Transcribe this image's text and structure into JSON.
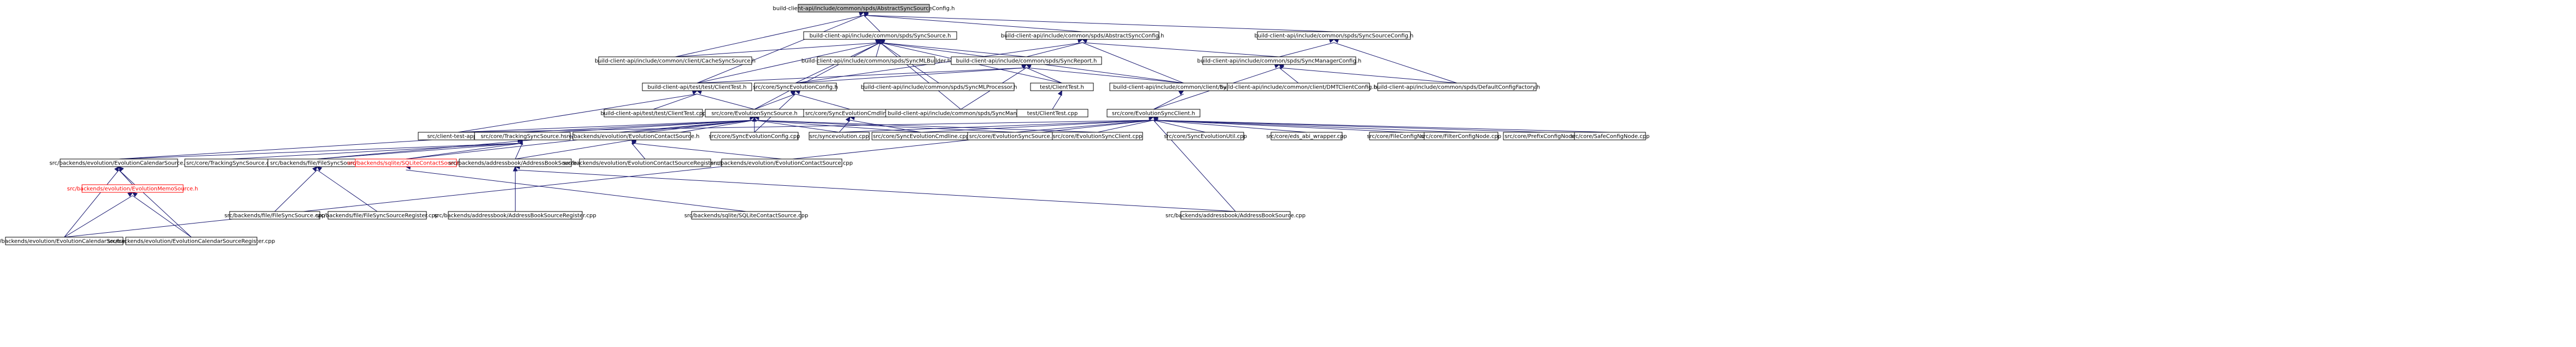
{
  "nodes": [
    {
      "id": "n0",
      "label": "build-client-api/include/common/spds/AbstractSyncSourceConfig.h",
      "root": true
    },
    {
      "id": "n1",
      "label": "build-client-api/include/common/spds/SyncSource.h"
    },
    {
      "id": "n2",
      "label": "build-client-api/include/common/spds/AbstractSyncConfig.h"
    },
    {
      "id": "n3",
      "label": "build-client-api/include/common/spds/SyncSourceConfig.h"
    },
    {
      "id": "n4",
      "label": "build-client-api/include/common/client/CacheSyncSource.h"
    },
    {
      "id": "n5",
      "label": "build-client-api/include/common/spds/SyncMLBuilder.h"
    },
    {
      "id": "n6",
      "label": "build-client-api/include/common/spds/SyncReport.h"
    },
    {
      "id": "n7",
      "label": "build-client-api/include/common/spds/SyncManagerConfig.h"
    },
    {
      "id": "n8",
      "label": "build-client-api/test/test/ClientTest.h"
    },
    {
      "id": "n9",
      "label": "src/core/SyncEvolutionConfig.h"
    },
    {
      "id": "n10",
      "label": "build-client-api/include/common/spds/SyncMLProcessor.h"
    },
    {
      "id": "n11",
      "label": "test/ClientTest.h"
    },
    {
      "id": "n12",
      "label": "build-client-api/include/common/client/SyncClient.h"
    },
    {
      "id": "n13",
      "label": "build-client-api/include/common/client/DMTClientConfig.h"
    },
    {
      "id": "n14",
      "label": "build-client-api/include/common/spds/DefaultConfigFactory.h"
    },
    {
      "id": "n15",
      "label": "build-client-api/test/test/ClientTest.cpp"
    },
    {
      "id": "n16",
      "label": "src/core/EvolutionSyncSource.h"
    },
    {
      "id": "n17",
      "label": "src/core/SyncEvolutionCmdline.h"
    },
    {
      "id": "n18",
      "label": "build-client-api/include/common/spds/SyncManager.h"
    },
    {
      "id": "n19",
      "label": "test/ClientTest.cpp"
    },
    {
      "id": "n20",
      "label": "src/core/EvolutionSyncClient.h"
    },
    {
      "id": "n21",
      "label": "src/client-test-app.cpp"
    },
    {
      "id": "n22",
      "label": "src/core/TrackingSyncSource.h"
    },
    {
      "id": "n23",
      "label": "src/backends/evolution/EvolutionContactSource.h"
    },
    {
      "id": "n24",
      "label": "src/core/SyncEvolutionConfig.cpp"
    },
    {
      "id": "n25",
      "label": "src/syncevolution.cpp"
    },
    {
      "id": "n26",
      "label": "src/core/SyncEvolutionCmdline.cpp"
    },
    {
      "id": "n27",
      "label": "src/core/EvolutionSyncSource.cpp"
    },
    {
      "id": "n28",
      "label": "src/core/EvolutionSyncClient.cpp"
    },
    {
      "id": "n29",
      "label": "src/core/SyncEvolutionUtil.cpp"
    },
    {
      "id": "n30",
      "label": "src/core/eds_abi_wrapper.cpp"
    },
    {
      "id": "n31",
      "label": "src/core/FileConfigNode.cpp"
    },
    {
      "id": "n32",
      "label": "src/core/FilterConfigNode.cpp"
    },
    {
      "id": "n33",
      "label": "src/core/PrefixConfigNode.cpp"
    },
    {
      "id": "n34",
      "label": "src/core/SafeConfigNode.cpp"
    },
    {
      "id": "n35",
      "label": "src/backends/evolution/EvolutionCalendarSource.h"
    },
    {
      "id": "n36",
      "label": "src/core/TrackingSyncSource.cpp"
    },
    {
      "id": "n37",
      "label": "src/backends/file/FileSyncSource.h"
    },
    {
      "id": "n38",
      "label": "src/backends/sqlite/SQLiteContactSource.h",
      "red": true
    },
    {
      "id": "n39",
      "label": "src/backends/addressbook/AddressBookSource.h"
    },
    {
      "id": "n40",
      "label": "src/backends/evolution/EvolutionContactSourceRegister.cpp"
    },
    {
      "id": "n41",
      "label": "src/backends/evolution/EvolutionContactSource.cpp"
    },
    {
      "id": "n42",
      "label": "src/backends/evolution/EvolutionMemoSource.h",
      "red": true
    },
    {
      "id": "n43",
      "label": "src/backends/file/FileSyncSource.cpp"
    },
    {
      "id": "n44",
      "label": "src/backends/file/FileSyncSourceRegister.cpp"
    },
    {
      "id": "n45",
      "label": "src/backends/addressbook/AddressBookSourceRegister.cpp"
    },
    {
      "id": "n46",
      "label": "src/backends/sqlite/SQLiteContactSource.cpp"
    },
    {
      "id": "n47",
      "label": "src/backends/addressbook/AddressBookSource.cpp"
    },
    {
      "id": "n48",
      "label": "src/backends/evolution/EvolutionCalendarSource.cpp"
    },
    {
      "id": "n49",
      "label": "src/backends/evolution/EvolutionCalendarSourceRegister.cpp"
    }
  ],
  "edges": [
    [
      "n0",
      "n1"
    ],
    [
      "n0",
      "n2"
    ],
    [
      "n0",
      "n3"
    ],
    [
      "n0",
      "n4"
    ],
    [
      "n0",
      "n8"
    ],
    [
      "n1",
      "n4"
    ],
    [
      "n1",
      "n5"
    ],
    [
      "n1",
      "n6"
    ],
    [
      "n1",
      "n8"
    ],
    [
      "n1",
      "n9"
    ],
    [
      "n1",
      "n10"
    ],
    [
      "n1",
      "n11"
    ],
    [
      "n1",
      "n12"
    ],
    [
      "n1",
      "n16"
    ],
    [
      "n1",
      "n18"
    ],
    [
      "n2",
      "n6"
    ],
    [
      "n2",
      "n7"
    ],
    [
      "n2",
      "n12"
    ],
    [
      "n2",
      "n9"
    ],
    [
      "n3",
      "n7"
    ],
    [
      "n3",
      "n14"
    ],
    [
      "n6",
      "n8"
    ],
    [
      "n6",
      "n9"
    ],
    [
      "n6",
      "n11"
    ],
    [
      "n6",
      "n12"
    ],
    [
      "n6",
      "n18"
    ],
    [
      "n7",
      "n13"
    ],
    [
      "n7",
      "n14"
    ],
    [
      "n7",
      "n20"
    ],
    [
      "n8",
      "n15"
    ],
    [
      "n8",
      "n16"
    ],
    [
      "n8",
      "n21"
    ],
    [
      "n9",
      "n16"
    ],
    [
      "n9",
      "n17"
    ],
    [
      "n9",
      "n24"
    ],
    [
      "n11",
      "n19"
    ],
    [
      "n12",
      "n20"
    ],
    [
      "n16",
      "n21"
    ],
    [
      "n16",
      "n22"
    ],
    [
      "n16",
      "n23"
    ],
    [
      "n16",
      "n24"
    ],
    [
      "n16",
      "n25"
    ],
    [
      "n16",
      "n26"
    ],
    [
      "n16",
      "n27"
    ],
    [
      "n16",
      "n28"
    ],
    [
      "n16",
      "n35"
    ],
    [
      "n16",
      "n37"
    ],
    [
      "n16",
      "n38"
    ],
    [
      "n16",
      "n39"
    ],
    [
      "n17",
      "n25"
    ],
    [
      "n17",
      "n26"
    ],
    [
      "n20",
      "n21"
    ],
    [
      "n20",
      "n25"
    ],
    [
      "n20",
      "n26"
    ],
    [
      "n20",
      "n27"
    ],
    [
      "n20",
      "n28"
    ],
    [
      "n20",
      "n29"
    ],
    [
      "n20",
      "n30"
    ],
    [
      "n20",
      "n31"
    ],
    [
      "n20",
      "n32"
    ],
    [
      "n20",
      "n33"
    ],
    [
      "n20",
      "n34"
    ],
    [
      "n20",
      "n47"
    ],
    [
      "n20",
      "n48"
    ],
    [
      "n22",
      "n35"
    ],
    [
      "n22",
      "n36"
    ],
    [
      "n22",
      "n37"
    ],
    [
      "n22",
      "n38"
    ],
    [
      "n22",
      "n39"
    ],
    [
      "n23",
      "n40"
    ],
    [
      "n23",
      "n41"
    ],
    [
      "n35",
      "n42"
    ],
    [
      "n35",
      "n48"
    ],
    [
      "n35",
      "n49"
    ],
    [
      "n37",
      "n43"
    ],
    [
      "n37",
      "n44"
    ],
    [
      "n38",
      "n46"
    ],
    [
      "n39",
      "n45"
    ],
    [
      "n39",
      "n47"
    ],
    [
      "n42",
      "n48"
    ],
    [
      "n42",
      "n49"
    ]
  ]
}
